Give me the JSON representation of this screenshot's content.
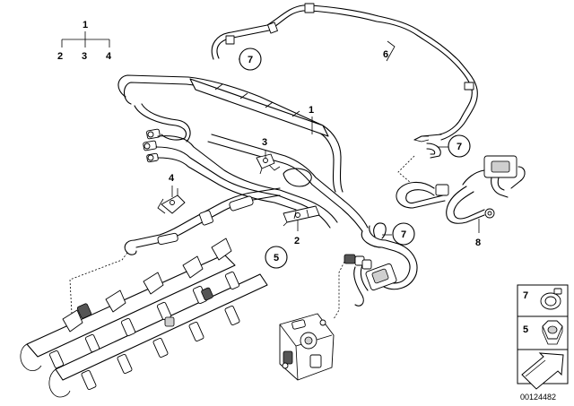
{
  "callouts": {
    "top_group_parent": "1",
    "top_group_children": [
      "2",
      "3",
      "4"
    ],
    "c1": "1",
    "c2": "2",
    "c3": "3",
    "c4": "4",
    "c5": "5",
    "c6": "6",
    "c7a": "7",
    "c7b": "7",
    "c7c": "7",
    "c8": "8"
  },
  "legend": {
    "row1_label": "7",
    "row2_label": "5"
  },
  "diagram_number": "00124482"
}
